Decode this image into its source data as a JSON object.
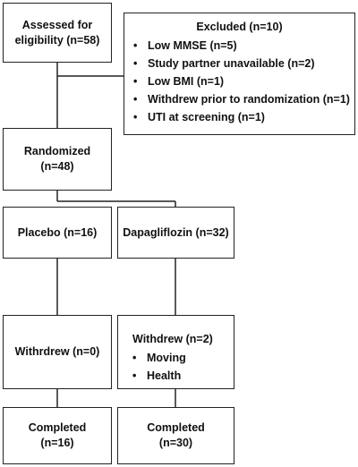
{
  "assessed": {
    "line1": "Assessed for",
    "line2": "eligibility (n=58)"
  },
  "excluded": {
    "title": "Excluded (n=10)",
    "items": [
      "Low MMSE (n=5)",
      "Study partner unavailable (n=2)",
      "Low BMI (n=1)",
      "Withdrew prior to randomization (n=1)",
      "UTI at screening (n=1)"
    ]
  },
  "randomized": {
    "line1": "Randomized",
    "line2": "(n=48)"
  },
  "placebo": {
    "label": "Placebo (n=16)"
  },
  "dapagliflozin": {
    "label": "Dapagliflozin (n=32)"
  },
  "placebo_withdrew": {
    "label": "Withrdrew (n=0)"
  },
  "dapa_withdrew": {
    "title": "Withdrew (n=2)",
    "items": [
      "Moving",
      "Health"
    ]
  },
  "placebo_completed": {
    "line1": "Completed",
    "line2": "(n=16)"
  },
  "dapa_completed": {
    "line1": "Completed",
    "line2": "(n=30)"
  }
}
